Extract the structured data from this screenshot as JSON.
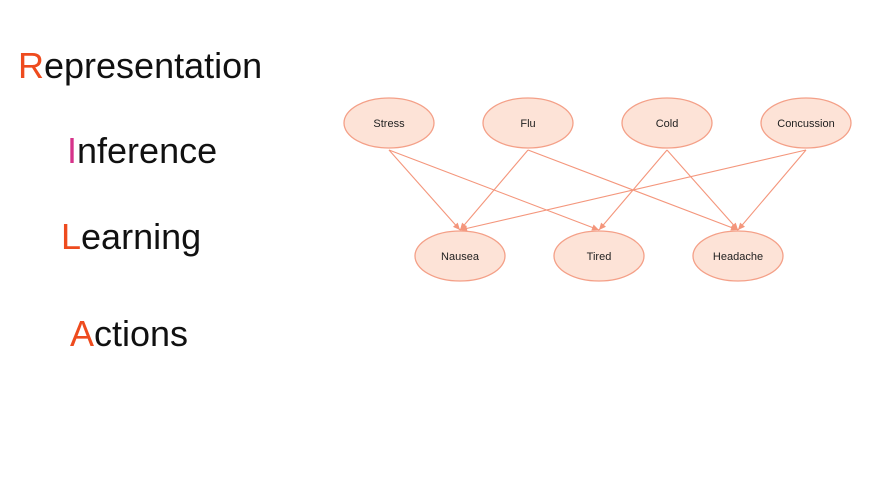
{
  "terms": [
    {
      "initial": "R",
      "rest": "epresentation"
    },
    {
      "initial": "I",
      "rest": "nference"
    },
    {
      "initial": "L",
      "rest": "earning"
    },
    {
      "initial": "A",
      "rest": "ctions"
    }
  ],
  "colors": {
    "accent_orange": "#ee4b1e",
    "accent_pink": "#d6338a",
    "node_fill": "#fde3d7",
    "node_stroke": "#f4a088",
    "edge": "#f4967c"
  },
  "graph": {
    "causes": [
      "Stress",
      "Flu",
      "Cold",
      "Concussion"
    ],
    "symptoms": [
      "Nausea",
      "Tired",
      "Headache"
    ],
    "edges": [
      [
        "Stress",
        "Nausea"
      ],
      [
        "Stress",
        "Tired"
      ],
      [
        "Flu",
        "Nausea"
      ],
      [
        "Flu",
        "Headache"
      ],
      [
        "Cold",
        "Tired"
      ],
      [
        "Cold",
        "Headache"
      ],
      [
        "Concussion",
        "Nausea"
      ],
      [
        "Concussion",
        "Headache"
      ]
    ]
  }
}
